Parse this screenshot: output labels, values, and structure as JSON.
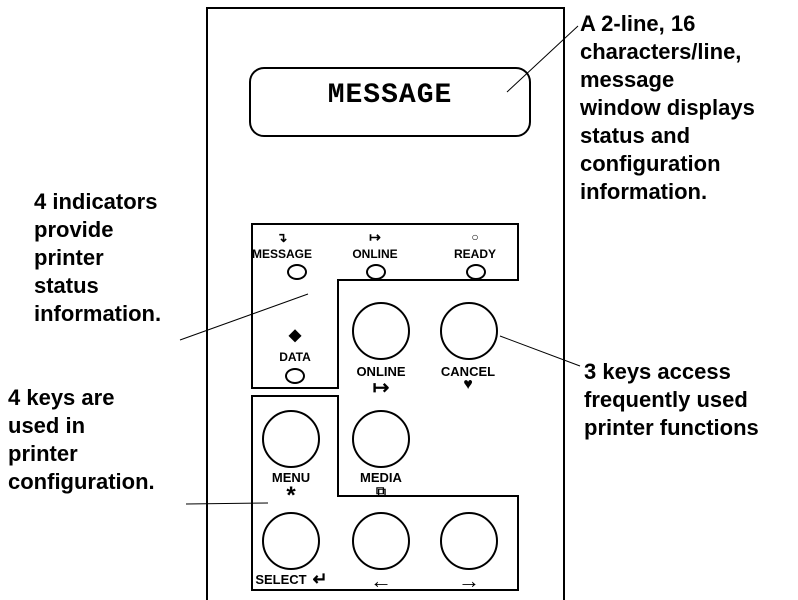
{
  "message_window": {
    "text": "MESSAGE"
  },
  "indicators": [
    {
      "label": "MESSAGE",
      "icon": "message-icon",
      "glyph": "↴"
    },
    {
      "label": "ONLINE",
      "icon": "online-icon",
      "glyph": "↦"
    },
    {
      "label": "READY",
      "icon": "ready-icon",
      "glyph": "○"
    },
    {
      "label": "DATA",
      "icon": "data-icon",
      "glyph": "◆"
    }
  ],
  "keys": [
    {
      "label": "ONLINE",
      "icon": "online-arrow-icon",
      "glyph": "↦"
    },
    {
      "label": "CANCEL",
      "icon": "cancel-icon",
      "glyph": "♥"
    },
    {
      "label": "MENU",
      "icon": "asterisk-icon",
      "glyph": "*"
    },
    {
      "label": "MEDIA",
      "icon": "media-icon",
      "glyph": "⧉"
    },
    {
      "label": "SELECT",
      "icon": "enter-arrow-icon",
      "glyph": "↵"
    },
    {
      "label": "",
      "icon": "left-arrow-icon",
      "glyph": "←"
    },
    {
      "label": "",
      "icon": "right-arrow-icon",
      "glyph": "→"
    }
  ],
  "callouts": {
    "message_window": "A 2-line, 16\ncharacters/line,\nmessage\nwindow displays\nstatus and\nconfiguration\ninformation.",
    "indicators": "4 indicators\nprovide\nprinter\nstatus\ninformation.",
    "keys_config": "4 keys are\nused in\nprinter\nconfiguration.",
    "keys_frequent": "3 keys access\nfrequently used\nprinter functions"
  }
}
